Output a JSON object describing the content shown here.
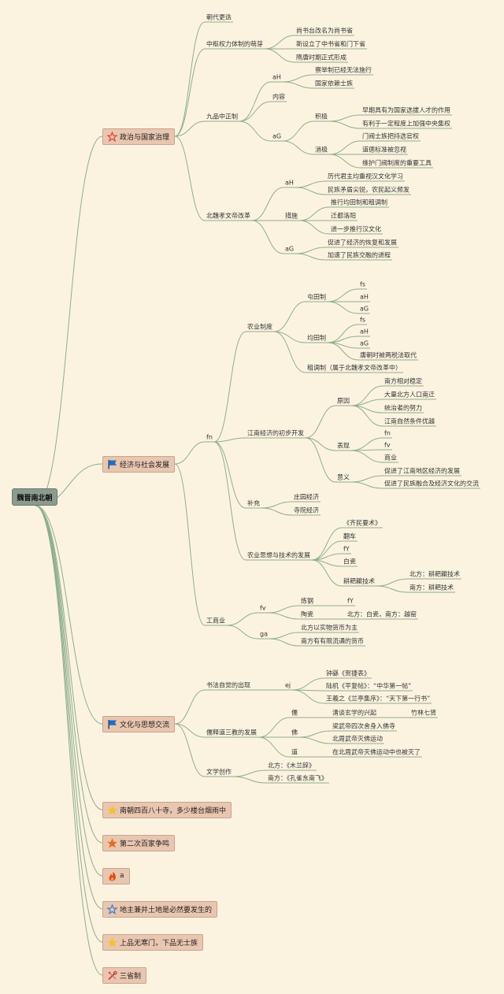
{
  "root": "魏晋南北朝",
  "mains": [
    {
      "label": "政治与国家治理",
      "icon": "star-outline-icon",
      "color": "#e0463a"
    },
    {
      "label": "经济与社会发展",
      "icon": "blue-flag-icon",
      "color": "#1f6fc1"
    },
    {
      "label": "文化与思想交流",
      "icon": "blue-flag-icon",
      "color": "#1f6fc1"
    },
    {
      "label": "南朝四百八十寺，多少楼台烟雨中",
      "icon": "yellow-star-icon",
      "color": "#f2c12e"
    },
    {
      "label": "第二次百家争鸣",
      "icon": "orange-star-icon",
      "color": "#e86a1e"
    },
    {
      "label": "a",
      "icon": "fire-icon",
      "color": "#e24a1c"
    },
    {
      "label": "地主兼并土地是必然要发生的",
      "icon": "blue-star-outline-icon",
      "color": "#3b7fd0"
    },
    {
      "label": "上品无寒门，下品无士族",
      "icon": "yellow-star-icon",
      "color": "#f2c12e"
    },
    {
      "label": "三省制",
      "icon": "tools-icon",
      "color": "#d6403a"
    }
  ],
  "nodes": {
    "p1": "朝代更迭",
    "p2": "中枢权力体制的萌芽",
    "p2a": "尚书台改名为尚书省",
    "p2b": "新设立了中书省和门下省",
    "p2c": "隋唐时期正式形成",
    "p3": "九品中正制",
    "p3a": "aH",
    "p3a1": "察举制已经无法施行",
    "p3a2": "国家依赖士族",
    "p3b": "内容",
    "p3c": "aG",
    "p3c1": "积极",
    "p3c1a": "早期具有为国家选拔人才的作用",
    "p3c1b": "有利于一定程度上加强中央集权",
    "p3c2": "消极",
    "p3c2a": "门阀士族把持选官权",
    "p3c2b": "道德标准被忽视",
    "p3c2c": "维护门阀制度的重要工具",
    "p4": "北魏孝文帝改革",
    "p4a": "aH",
    "p4a1": "历代君主均重视汉文化学习",
    "p4a2": "民族矛盾尖锐，农民起义频发",
    "p4b": "措施",
    "p4b1": "推行均田制和租调制",
    "p4b2": "迁都洛阳",
    "p4b3": "进一步推行汉文化",
    "p4c": "aG",
    "p4c1": "促进了经济的恢复和发展",
    "p4c2": "加速了民族交融的进程",
    "e_fn": "fn",
    "e1": "农业制度",
    "e1a": "屯田制",
    "e1a1": "fs",
    "e1a2": "aH",
    "e1a3": "aG",
    "e1b": "均田制",
    "e1b1": "fs",
    "e1b2": "aH",
    "e1b3": "aG",
    "e1b4": "唐朝时被两税法取代",
    "e1c": "租调制（属于北魏孝文帝改革中）",
    "e2": "江南经济的初步开发",
    "e2a": "原因",
    "e2a1": "南方相对稳定",
    "e2a2": "大量北方人口南迁",
    "e2a3": "统治者的努力",
    "e2a4": "江南自然条件优越",
    "e2b": "表现",
    "e2b1": "fn",
    "e2b2": "fv",
    "e2b3": "商业",
    "e2c": "意义",
    "e2c1": "促进了江南地区经济的发展",
    "e2c2": "促进了民族融合及经济文化的交流",
    "e3": "补充",
    "e3a": "庄园经济",
    "e3b": "寺院经济",
    "e4": "农业思想与技术的发展",
    "e4a": "《齐民要术》",
    "e4b": "翻车",
    "e4c": "fY",
    "e4d": "白瓷",
    "e4e": "耕耙耱技术",
    "e4e1": "北方：耕耙耱技术",
    "e4e2": "南方：耕耙技术",
    "e5": "工商业",
    "e5a": "fv",
    "e5a1": "炼钢",
    "e5a1a": "fY",
    "e5a2": "陶瓷",
    "e5a2a": "北方：白瓷，南方：越窑",
    "e5b": "ga",
    "e5b1": "北方以实物货币为主",
    "e5b2": "南方有有限流通的货币",
    "c1": "书法自觉的出现",
    "c1a": "ej",
    "c1a1": "钟繇《贺捷表》",
    "c1a2": "陆机《平复帖》：“中华第一帖”",
    "c1a3": "王羲之《兰亭集序》：“天下第一行书”",
    "c2": "儒释道三教的发展",
    "c2a": "儒",
    "c2a1": "清谈玄学的兴起",
    "c2a1a": "竹林七贤",
    "c2b": "佛",
    "c2b1": "梁武帝四次舍身入佛寺",
    "c2b2": "北周武帝灭佛运动",
    "c2c": "道",
    "c2c1": "在北周武帝灭佛运动中也被灭了",
    "c3": "文学创作",
    "c3a": "北方：《木兰辞》",
    "c3b": "南方：《孔雀东南飞》"
  }
}
